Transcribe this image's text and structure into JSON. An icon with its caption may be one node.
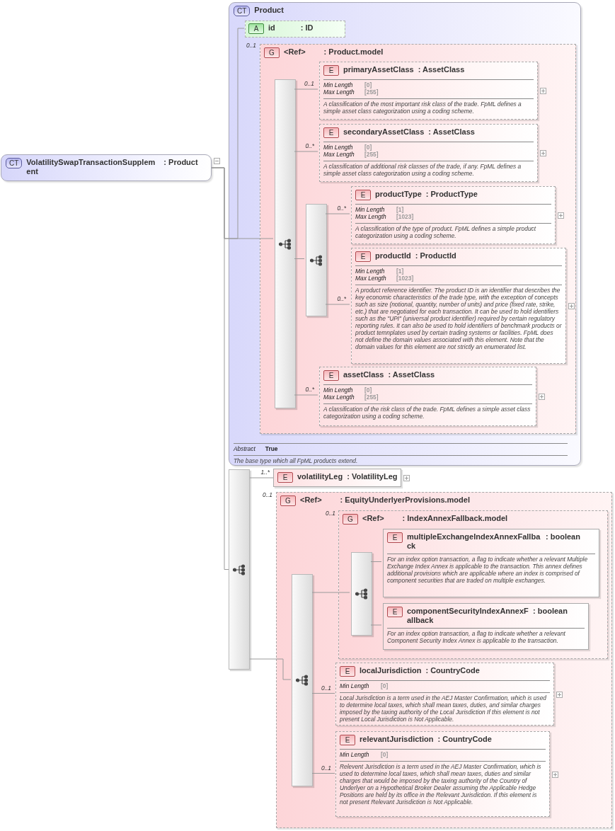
{
  "diagram": {
    "nodes": [
      {
        "text": [
          "CT",
          "VolatilitySwapTransactionSupplement",
          ": Product"
        ]
      },
      {
        "text": [
          "CT",
          "Product",
          "Abstract",
          "True",
          "The base type which all FpML products extend."
        ]
      },
      {
        "text": [
          "A",
          "id",
          ": ID"
        ],
        "in": 1
      },
      {
        "text": [
          "G",
          "<Ref>",
          ": Product.model"
        ],
        "in": 1,
        "beside": [
          "0..1"
        ]
      },
      {
        "text": [],
        "shape": "bar",
        "in": 3
      },
      {
        "text": [
          "E",
          "primaryAssetClass",
          ": AssetClass",
          "Min Length",
          "[0]",
          "Max Length",
          "[255]",
          "A classification of the most important risk class of the trade. FpML defines a simple asset class categorization using a coding scheme."
        ],
        "in": 3
      },
      {
        "text": [
          "E",
          "secondaryAssetClass",
          ": AssetClass",
          "Min Length",
          "[0]",
          "Max Length",
          "[255]",
          "A classification of additional risk classes of the trade, if any. FpML defines a simple asset class categorization using a coding scheme."
        ],
        "in": 3
      },
      {
        "text": [],
        "shape": "bar",
        "in": 3
      },
      {
        "text": [
          "E",
          "productType",
          ": ProductType",
          "Min Length",
          "[1]",
          "Max Length",
          "[1023]",
          "A classification of the type of product. FpML defines a simple product categorization using a coding scheme."
        ],
        "in": 3
      },
      {
        "text": [
          "E",
          "productId",
          ": ProductId",
          "Min Length",
          "[1]",
          "Max Length",
          "[1023]",
          "A product reference identifier. The product ID is an identifier that describes the key economic characteristics of the trade type, with the exception of concepts such as size (notional, quantity, number of units) and price (fixed rate, strike, etc.) that are negotiated for each transaction. It can be used to hold identifiers such as the \"UPI\" (universal product identifier) required by certain regulatory reporting rules. It can also be used to hold identifiers of benchmark products or product temnplates used by certain trading systems or facilities. FpML does not define the domain values associated with this element. Note that the domain values for this element are not strictly an enumerated list."
        ],
        "in": 3
      },
      {
        "text": [
          "E",
          "assetClass",
          ": AssetClass",
          "Min Length",
          "[0]",
          "Max Length",
          "[255]",
          "A classification of the risk class of the trade. FpML defines a simple asset class categorization using a coding scheme."
        ],
        "in": 3
      },
      {
        "text": [],
        "shape": "bar"
      },
      {
        "text": [
          "E",
          "volatilityLeg",
          ": VolatilityLeg"
        ]
      },
      {
        "text": [
          "G",
          "<Ref>",
          ": EquityUnderlyerProvisions.model"
        ],
        "beside": [
          "0..1"
        ]
      },
      {
        "text": [],
        "shape": "bar",
        "in": 13
      },
      {
        "text": [
          "G",
          "<Ref>",
          ": IndexAnnexFallback.model"
        ],
        "in": 13,
        "beside": [
          "0..1"
        ]
      },
      {
        "text": [],
        "shape": "bar",
        "in": 15
      },
      {
        "text": [
          "E",
          "multipleExchangeIndexAnnexFallback",
          ": boolean",
          "For an index option transaction, a flag to indicate whether a relevant Multiple Exchange Index Annex is applicable to the transaction. This annex defines additional provisions which are applicable where an index is comprised of component securities that are traded on multiple exchanges."
        ],
        "in": 15
      },
      {
        "text": [
          "E",
          "componentSecurityIndexAnnexFallback",
          ": boolean",
          "For an index option transaction, a flag to indicate whether a relevant Component Security Index Annex is applicable to the transaction."
        ],
        "in": 15
      },
      {
        "text": [
          "E",
          "localJurisdiction",
          ": CountryCode",
          "Min Length",
          "[0]",
          "Local Jurisdiction is a term used in the AEJ Master Confirmation, which is used to determine local taxes, which shall mean taxes, duties, and similar charges imposed by the taxing authority of the Local Jurisdiction If this element is not present Local Jurisdiction is Not Applicable."
        ],
        "in": 13
      },
      {
        "text": [
          "E",
          "relevantJurisdiction",
          ": CountryCode",
          "Min Length",
          "[0]",
          "Relevent Jurisdiction is a term used in the AEJ Master Confirmation, which is used to determine local taxes, which shall mean taxes, duties and similar charges that would be imposed by the taxing authority of the Country of Underlyer on a Hypothetical Broker Dealer assuming the Applicable Hedge Positions are held by its office in the Relevant Jurisdiction. If this element is not present Relevant Jurisdiction is Not Applicable."
        ],
        "in": 13
      }
    ],
    "edges": [
      {
        "from": 0,
        "to": 2,
        "arrow": "none"
      },
      {
        "from": 0,
        "to": 4,
        "arrow": "none"
      },
      {
        "from": 0,
        "to": 11,
        "arrow": "none"
      },
      {
        "from": 4,
        "to": 5,
        "arrow": "none",
        "label": "0..1"
      },
      {
        "from": 4,
        "to": 6,
        "arrow": "none",
        "label": "0..*"
      },
      {
        "from": 4,
        "to": 7,
        "arrow": "none"
      },
      {
        "from": 7,
        "to": 8,
        "arrow": "none",
        "label": "0..*"
      },
      {
        "from": 7,
        "to": 9,
        "arrow": "none",
        "label": "0..*"
      },
      {
        "from": 4,
        "to": 10,
        "arrow": "none",
        "label": "0..*"
      },
      {
        "from": 11,
        "to": 12,
        "arrow": "none",
        "label": "1..*"
      },
      {
        "from": 11,
        "to": 14,
        "arrow": "none"
      },
      {
        "from": 14,
        "to": 16,
        "arrow": "none"
      },
      {
        "from": 16,
        "to": 17,
        "arrow": "none"
      },
      {
        "from": 16,
        "to": 18,
        "arrow": "none"
      },
      {
        "from": 14,
        "to": 19,
        "arrow": "none",
        "label": "0..1"
      },
      {
        "from": 14,
        "to": 20,
        "arrow": "none",
        "label": "0..1"
      }
    ]
  }
}
